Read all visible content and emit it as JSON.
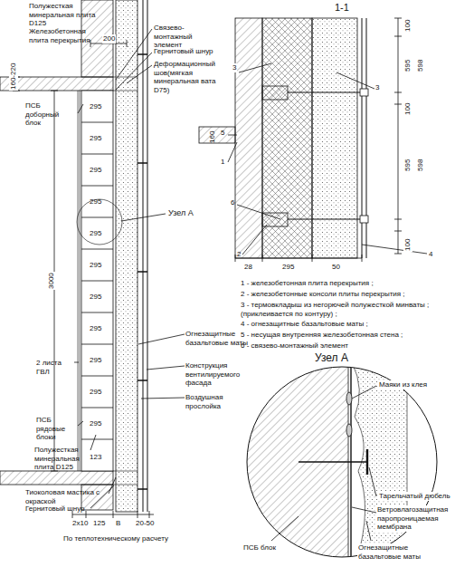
{
  "diagram": {
    "labels": [
      "Полужесткая минеральная плита D125",
      "Железобетонная плита перекрытия",
      "Связево-монтажный элемент",
      "200",
      "Гернитовый шнур",
      "Деформационный шов(мягкая минеральная вата D75)",
      "160-220",
      "ПСБ доборный блок",
      "3000",
      "295",
      "295",
      "295",
      "295",
      "295",
      "295",
      "295",
      "295",
      "295",
      "295",
      "295",
      "123",
      "Узел А",
      "Огнезащитные базальтовые маты",
      "2 листа ГВЛ",
      "Конструкция вентилируемого фасада",
      "Воздушная прослойка",
      "ПСБ рядовые блоки",
      "Полужесткая минеральная плита D125",
      "Тиоколовая мастика с окраской",
      "Гернитовый шнур",
      "2х10",
      "125",
      "В",
      "20-50",
      "По теплотехническому расчету",
      "1-1",
      "3",
      "5",
      "1",
      "6",
      "2",
      "4",
      "160",
      "28",
      "295",
      "50",
      "100",
      "595",
      "598",
      "100",
      "595",
      "598",
      "100",
      "3",
      "1 - железобетонная плита перекрытия ;",
      "2 - железобетонные консоли плиты перекрытия ;",
      "3 - термовкладыш из негорючей полужесткой минваты ; (приклеивается по контуру) ;",
      "4 - огнезащитные базальтовые маты ;",
      "5 - несущая внутренняя железобетонная стена ;",
      "6 - связево-монтажный элемент",
      "Узел А",
      "Маяки из клея",
      "Тарельчатый дюбель",
      "Ветровлагозащитная паропроницаемая мембрана",
      "ПСБ блок",
      "Огнезащитные базальтовые маты"
    ]
  }
}
